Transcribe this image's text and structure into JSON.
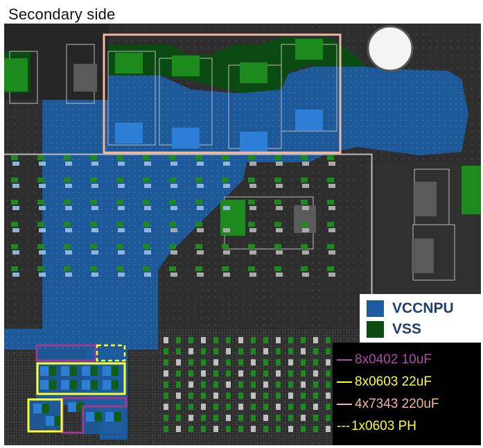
{
  "title": "Secondary side",
  "colors": {
    "vccnpu": "#1c5c9e",
    "vss": "#0b4a12",
    "board": "#2b2b2b",
    "pad_blue": "#2d7fd6",
    "pad_green": "#1d8a1d",
    "outline_0402": "#9b3a8f",
    "outline_0603": "#ffff33",
    "outline_7343": "#f2b8a0"
  },
  "legend_power": [
    {
      "label": "VCCNPU",
      "color": "#1c5c9e"
    },
    {
      "label": "VSS",
      "color": "#0b4a12"
    }
  ],
  "legend_caps": [
    {
      "label": "8x0402 10uF",
      "color": "#b04aa6",
      "style": "solid"
    },
    {
      "label": "8x0603 22uF",
      "color": "#ffff33",
      "style": "solid"
    },
    {
      "label": "4x7343 220uF",
      "color": "#f2b8a0",
      "style": "solid"
    },
    {
      "label": "1x0603 PH",
      "color": "#ffff33",
      "style": "dashed"
    }
  ]
}
